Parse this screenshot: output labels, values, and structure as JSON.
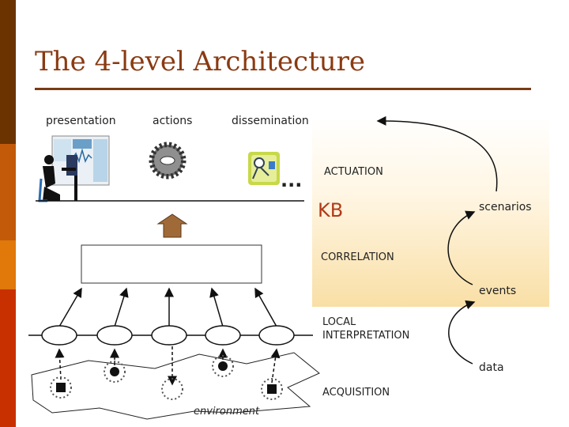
{
  "slide": {
    "title": "The 4-level Architecture"
  },
  "levels": {
    "presentation": "presentation",
    "actions": "actions",
    "dissemination": "dissemination",
    "actuation": "ACTUATION",
    "kb": "KB",
    "correlation": "CORRELATION",
    "local_interpretation_line1": "LOCAL",
    "local_interpretation_line2": "INTERPRETATION",
    "acquisition": "ACQUISITION"
  },
  "flow": {
    "scenarios": "scenarios",
    "events": "events",
    "data": "data"
  },
  "environment_label": "environment",
  "dots": "...",
  "icons": [
    "operator-workstation-icon",
    "gear-icon",
    "dissemination-icon",
    "up-arrow-icon",
    "sensor-icon"
  ],
  "colors": {
    "title": "#8a3a12",
    "kb": "#b03a1a",
    "strip": [
      "#6b3300",
      "#c35a0a",
      "#e0780a",
      "#c83000"
    ]
  }
}
